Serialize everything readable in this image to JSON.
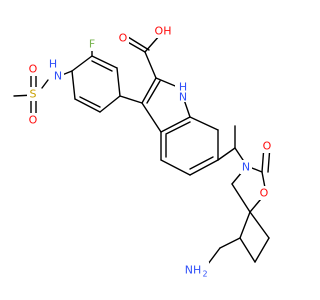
{
  "molecule": {
    "atoms": [
      {
        "id": "O_ac1",
        "label": "O"
      },
      {
        "id": "O_ac2",
        "label": "OH"
      },
      {
        "id": "N_ind",
        "label": "H"
      },
      {
        "id": "N_ind_N",
        "label": "N"
      },
      {
        "id": "F",
        "label": "F"
      },
      {
        "id": "N_sulf",
        "label": "N"
      },
      {
        "id": "H_sulf",
        "label": "H"
      },
      {
        "id": "S",
        "label": "S"
      },
      {
        "id": "O_s1",
        "label": "O"
      },
      {
        "id": "O_s2",
        "label": "O"
      },
      {
        "id": "N_ox",
        "label": "N"
      },
      {
        "id": "O_ring",
        "label": "O"
      },
      {
        "id": "O_carb",
        "label": "O"
      },
      {
        "id": "N_am",
        "label": "NH"
      },
      {
        "id": "N_am_sub",
        "label": "2"
      }
    ],
    "colors": {
      "oxygen": "#ff0d0d",
      "nitrogen": "#3050f8",
      "fluorine": "#79b451",
      "sulfur": "#c8a000",
      "carbon": "#000000"
    }
  }
}
